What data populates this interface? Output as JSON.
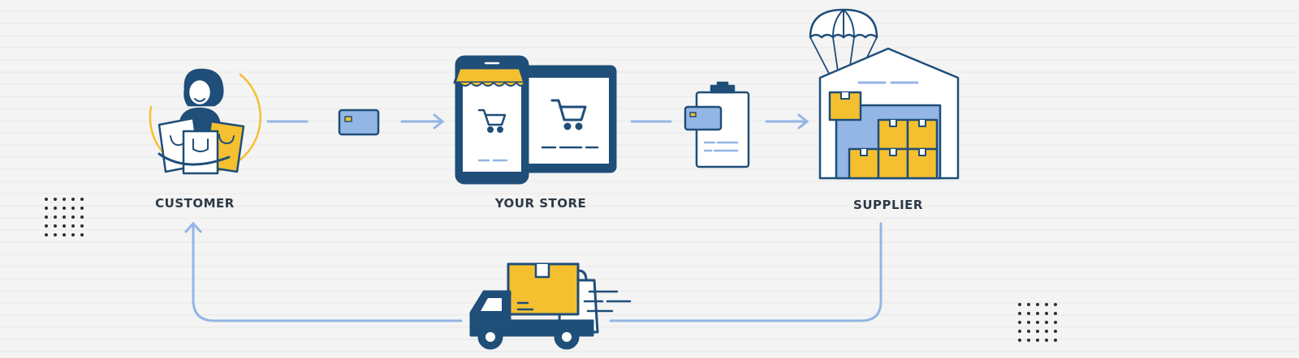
{
  "diagram": {
    "nodes": [
      {
        "id": "customer",
        "label": "CUSTOMER"
      },
      {
        "id": "store",
        "label": "YOUR STORE"
      },
      {
        "id": "supplier",
        "label": "SUPPLIER"
      }
    ],
    "icons": {
      "customer": "customer-with-shopping-bags-icon",
      "payment": "credit-card-icon",
      "store": "online-store-devices-icon",
      "order": "order-clipboard-icon",
      "supplier": "warehouse-with-parachute-box-icon",
      "delivery": "delivery-truck-icon"
    },
    "colors": {
      "navy": "#1f4e79",
      "yellow": "#f5c030",
      "light_blue": "#93b6e4",
      "background": "#f4f4f4",
      "label_text": "#2e3a45"
    }
  }
}
